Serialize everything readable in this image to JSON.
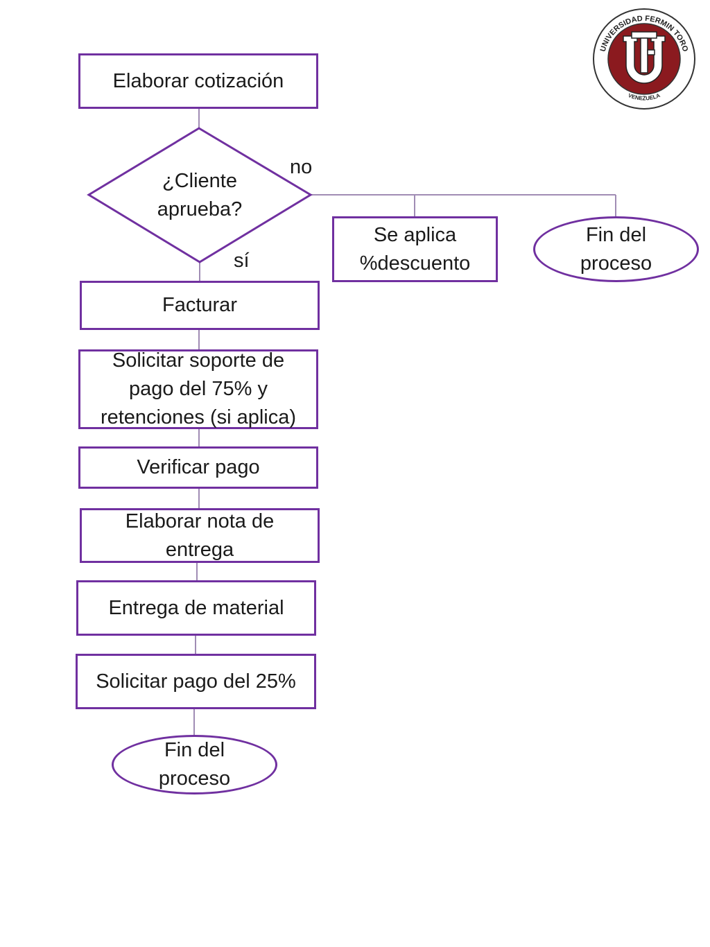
{
  "nodes": {
    "elaborar_cotizacion": "Elaborar cotización",
    "decision": "¿Cliente aprueba?",
    "se_aplica": "Se aplica %descuento",
    "fin_no": "Fin del proceso",
    "facturar": "Facturar",
    "solicitar_soporte": "Solicitar soporte de pago del 75% y retenciones (si aplica)",
    "verificar_pago": "Verificar pago",
    "elaborar_nota": "Elaborar nota de entrega",
    "entrega_material": "Entrega de material",
    "solicitar_pago": "Solicitar pago del 25%",
    "fin_final": "Fin del proceso"
  },
  "edge_labels": {
    "no": "no",
    "si": "sí"
  },
  "logo": {
    "ring_text": "UNIVERSIDAD FERMIN TORO",
    "bottom_text": "VENEZUELA",
    "monogram": "UFT",
    "colors": {
      "seal": "#8b1a1f",
      "ring": "#ffffff",
      "outline": "#333333"
    }
  },
  "colors": {
    "shape_border": "#7030a0",
    "connector": "#a08cb4"
  }
}
